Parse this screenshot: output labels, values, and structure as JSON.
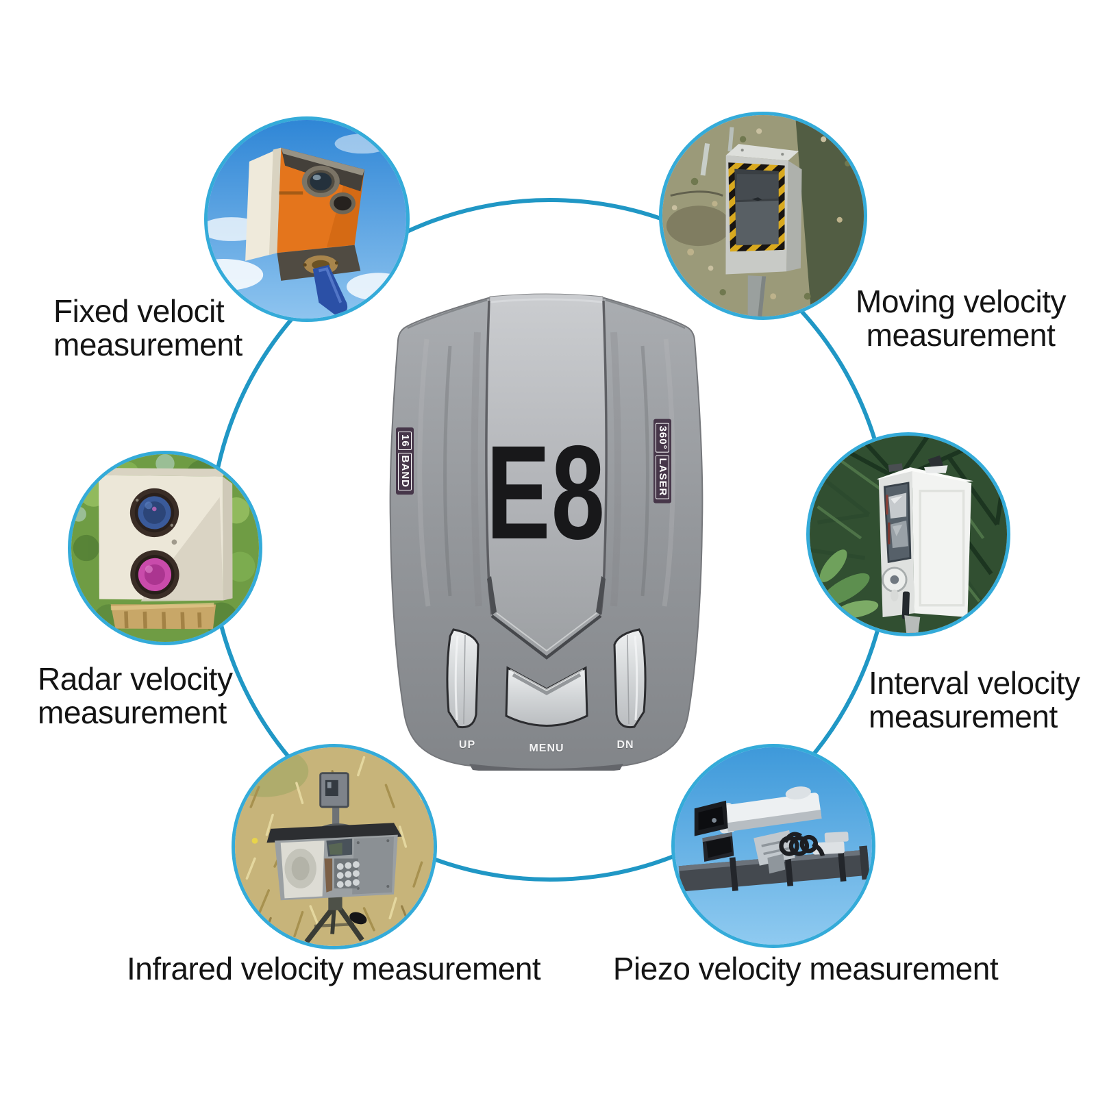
{
  "device": {
    "model": "E8",
    "left_badge": {
      "number": "16",
      "word": "BAND"
    },
    "right_badge": {
      "number": "360°",
      "word": "LASER"
    },
    "buttons": [
      {
        "label": "UP"
      },
      {
        "label": "MENU"
      },
      {
        "label": "DN"
      }
    ]
  },
  "features": [
    {
      "id": "fixed",
      "line1": "Fixed velocit",
      "line2": "measurement",
      "photo": "pole-mounted-box-speed-camera"
    },
    {
      "id": "moving",
      "line1": "Moving velocity",
      "line2": "measurement",
      "photo": "roadside-hazard-striped-camera-cabinet"
    },
    {
      "id": "radar",
      "line1": "Radar velocity",
      "line2": "measurement",
      "photo": "dual-lens-radar-camera-box"
    },
    {
      "id": "interval",
      "line1": "Interval velocity",
      "line2": "measurement",
      "photo": "white-interval-camera-column"
    },
    {
      "id": "infrared",
      "line1": "Infrared velocity measurement",
      "photo": "tripod-mobile-speed-camera"
    },
    {
      "id": "piezo",
      "line1": "Piezo velocity measurement",
      "photo": "gantry-mounted-traffic-camera"
    }
  ],
  "colors": {
    "ring": "#2097c5",
    "circle_border": "#34abd9",
    "label_text": "#141414",
    "badge_bg": "#463649",
    "device_body": "#96989c",
    "device_band": "#b4b6ba",
    "model_text": "#18181a"
  }
}
